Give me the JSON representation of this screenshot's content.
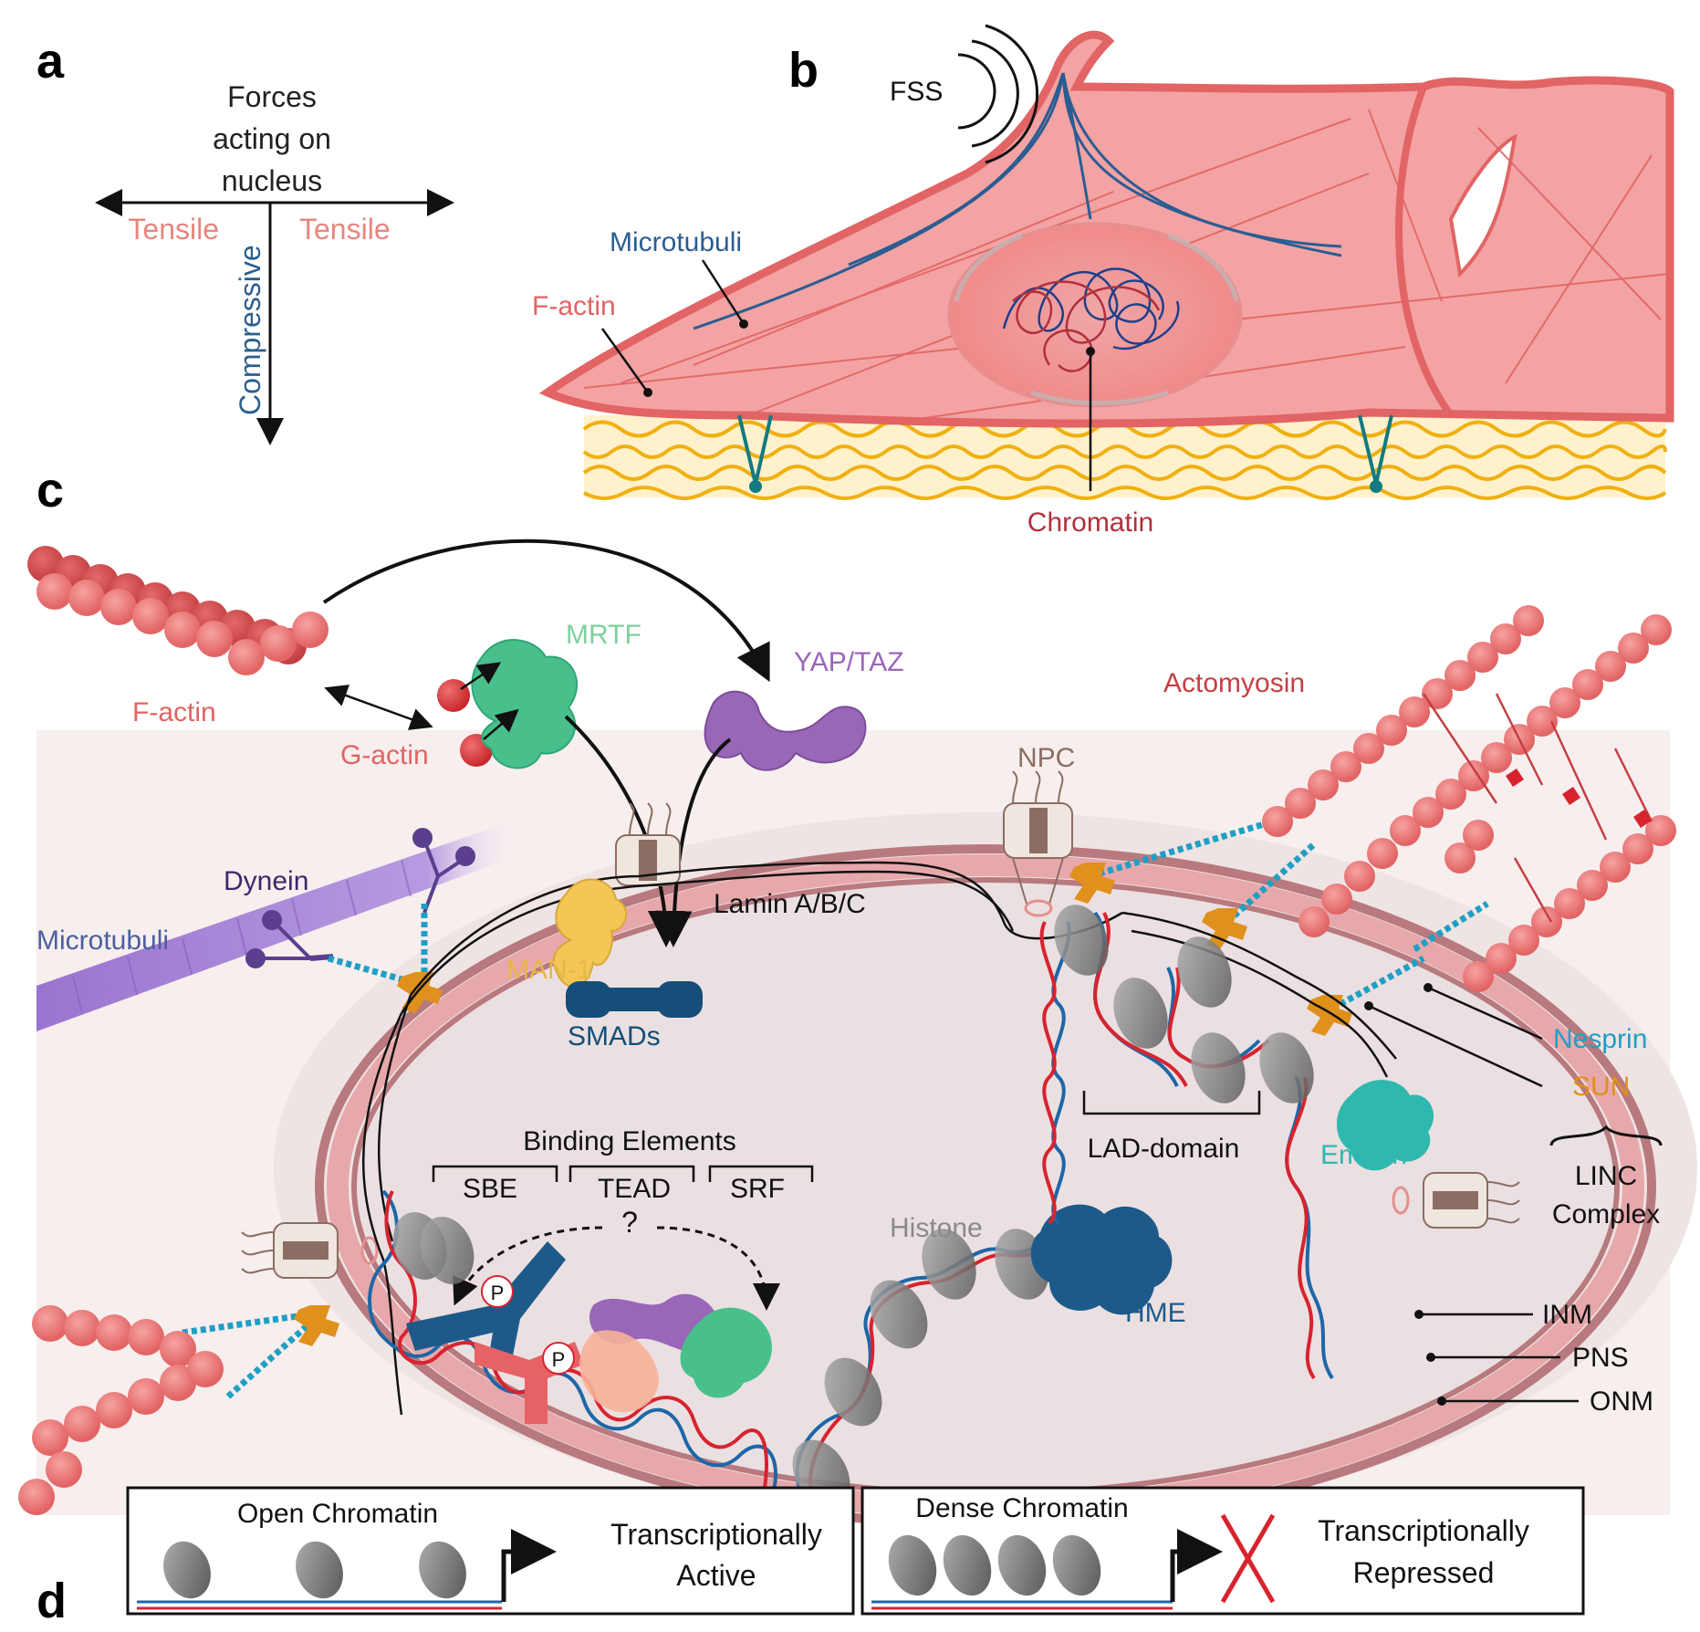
{
  "panels": {
    "a": "a",
    "b": "b",
    "c": "c",
    "d": "d"
  },
  "panel_a": {
    "title_lines": [
      "Forces",
      "acting on",
      "nucleus"
    ],
    "tensile_left": "Tensile",
    "tensile_right": "Tensile",
    "compressive": "Compressive"
  },
  "panel_b": {
    "fss": "FSS",
    "microtubuli": "Microtubuli",
    "factin": "F-actin",
    "chromatin": "Chromatin"
  },
  "panel_c": {
    "factin": "F-actin",
    "gactin": "G-actin",
    "mrtf": "MRTF",
    "yaptaz": "YAP/TAZ",
    "actomyosin": "Actomyosin",
    "npc": "NPC",
    "dynein": "Dynein",
    "microtubuli": "Microtubuli",
    "lamin": "Lamin A/B/C",
    "man1": "MAN-1",
    "smads": "SMADs",
    "nesprin": "Nesprin",
    "sun": "SUN",
    "lad": "LAD-domain",
    "emerin": "Emerin",
    "linc": [
      "LINC",
      "Complex"
    ],
    "binding": "Binding Elements",
    "sbe": "SBE",
    "tead": "TEAD",
    "srf": "SRF",
    "question": "?",
    "phospho": "P",
    "histone": "Histone",
    "hme": "HME",
    "inm": "INM",
    "pns": "PNS",
    "onm": "ONM"
  },
  "panel_d": {
    "open": "Open Chromatin",
    "active": [
      "Transcriptionally",
      "Active"
    ],
    "dense": "Dense Chromatin",
    "repressed": [
      "Transcriptionally",
      "Repressed"
    ]
  },
  "colors": {
    "tensile": "#e8857f",
    "compressive": "#2b5f8e",
    "actin": "#e26464",
    "microtubule": "#2a5d92",
    "chromatin": "#b0303c",
    "mrtf": "#7fcf9e",
    "yaptaz": "#9a66b8",
    "npc": "#8b6d63",
    "dynein": "#3b2a6a",
    "man1": "#e8b64a",
    "smads": "#154e78",
    "nesprin": "#1f9fc5",
    "sun": "#e0901c",
    "emerin": "#2fb8b0",
    "histone": "#8a8a8a",
    "hme": "#1d5a8a",
    "ecm": "#f0b010"
  }
}
